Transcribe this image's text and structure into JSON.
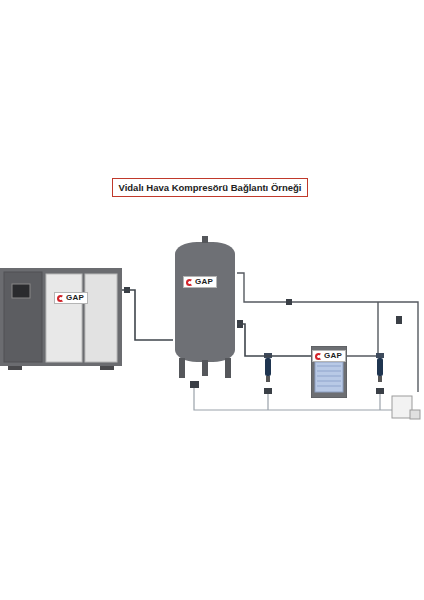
{
  "diagram": {
    "title": "Vidalı Hava Kompresörü Bağlantı Örneği",
    "nodes": [
      {
        "text": [
          "GAP"
        ]
      },
      {
        "text": [
          "GAP"
        ]
      },
      {
        "text": [
          "GAP"
        ]
      }
    ],
    "edges": [
      {
        "from": 0,
        "to": 1,
        "arrow": "none"
      },
      {
        "from": 1,
        "to": 2,
        "arrow": "none"
      }
    ]
  }
}
